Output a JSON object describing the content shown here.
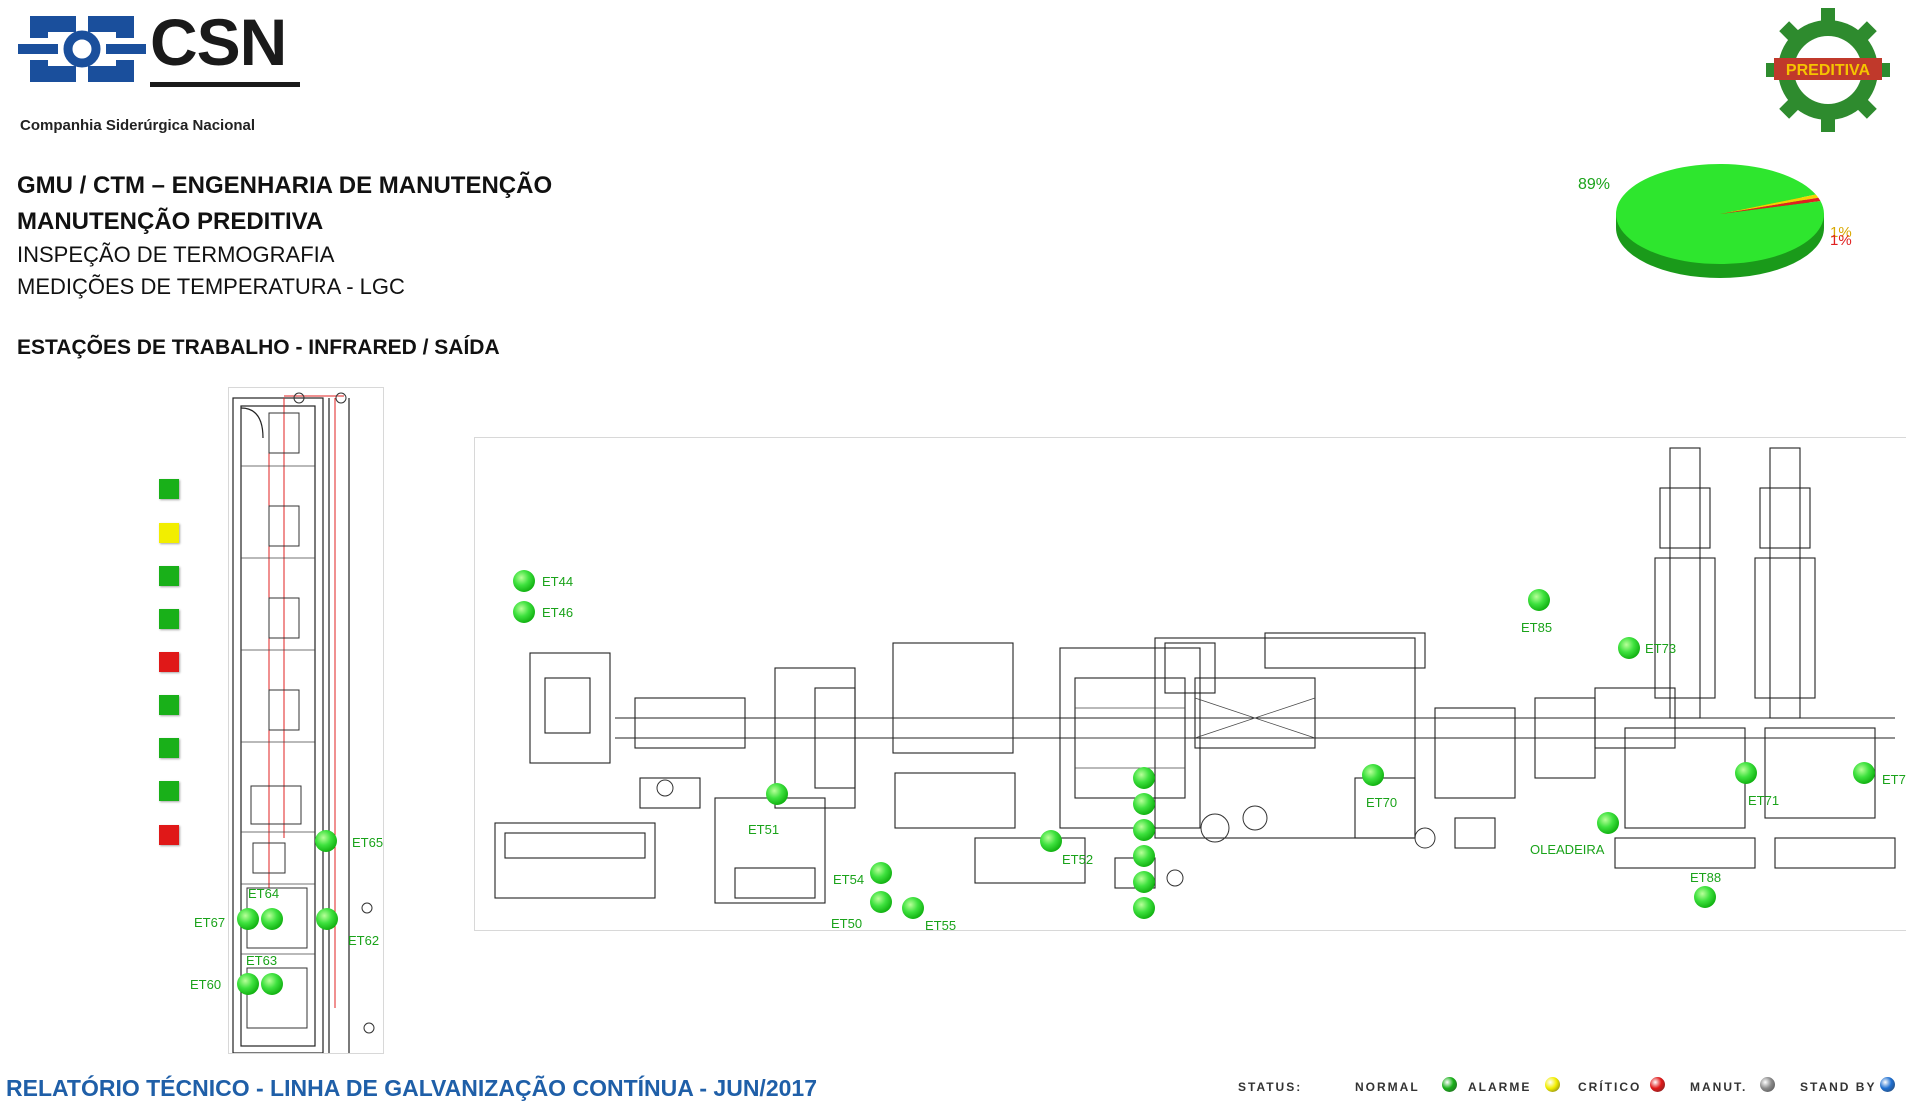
{
  "header": {
    "logo_text": "CSN",
    "company_name": "Companhia Siderúrgica Nacional",
    "line1": "GMU / CTM – ENGENHARIA DE MANUTENÇÃO",
    "line2": "MANUTENÇÃO PREDITIVA",
    "line3": "INSPEÇÃO DE TERMOGRAFIA",
    "line4": "MEDIÇÕES DE TEMPERATURA - LGC",
    "section": "ESTAÇÕES DE TRABALHO - INFRARED / SAÍDA",
    "partner_logo_text": "PREDITIVA"
  },
  "chart_data": {
    "type": "pie",
    "categories": [
      "Normal",
      "Alarme",
      "Crítico"
    ],
    "values": [
      89,
      1,
      1
    ],
    "data_labels": [
      "89%",
      "1%",
      "1%"
    ],
    "colors": [
      "#2ee62e",
      "#f2d400",
      "#e02020"
    ]
  },
  "status_squares": [
    {
      "color": "#19b019"
    },
    {
      "color": "#f2ee00"
    },
    {
      "color": "#19b019"
    },
    {
      "color": "#19b019"
    },
    {
      "color": "#e01818"
    },
    {
      "color": "#19b019"
    },
    {
      "color": "#19b019"
    },
    {
      "color": "#19b019"
    },
    {
      "color": "#e01818"
    }
  ],
  "stations": [
    "ET44",
    "ET46",
    "ET85",
    "ET73",
    "ET7",
    "ET70",
    "ET71",
    "OLEADEIRA",
    "ET88",
    "ET51",
    "ET52",
    "ET54",
    "ET50",
    "ET55",
    "ET65",
    "ET64",
    "ET67",
    "ET62",
    "ET63",
    "ET60"
  ],
  "footer": {
    "title": "RELATÓRIO TÉCNICO - LINHA DE GALVANIZAÇÃO CONTÍNUA - JUN/2017",
    "status_label": "STATUS:",
    "legend": [
      {
        "label": "NORMAL",
        "color": "#19b019"
      },
      {
        "label": "ALARME",
        "color": "#f2ee00"
      },
      {
        "label": "CRÍTICO",
        "color": "#e01818"
      },
      {
        "label": "MANUT.",
        "color": "#8a8a8a"
      },
      {
        "label": "STAND BY",
        "color": "#1f6fd0"
      }
    ]
  }
}
